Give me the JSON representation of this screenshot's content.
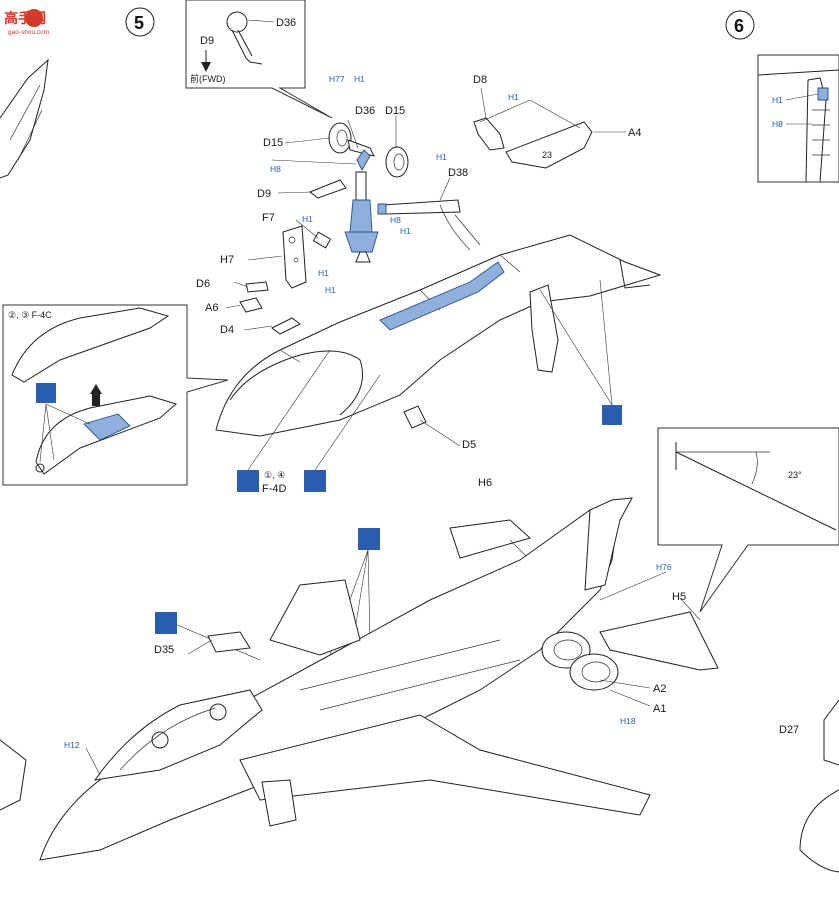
{
  "watermark": {
    "title": "高手网",
    "url": "gao-shou.com"
  },
  "steps": {
    "left": "5",
    "right": "6"
  },
  "labels": {
    "d36_top": "D36",
    "d9_top": "D9",
    "fwd": "前(FWD)",
    "d8": "D8",
    "a4": "A4",
    "d36": "D36",
    "d15_right": "D15",
    "d15_left": "D15",
    "d9": "D9",
    "d38": "D38",
    "f7": "F7",
    "h7": "H7",
    "d6": "D6",
    "a6": "A6",
    "d4": "D4",
    "d5": "D5",
    "f4c": "②, ③ F-4C",
    "f4d_num": "①, ④",
    "f4d": "F-4D",
    "h6": "H6",
    "h5": "H5",
    "a2": "A2",
    "a1": "A1",
    "d35": "D35",
    "d27": "D27",
    "angle": "23°"
  },
  "paint_codes": {
    "h77": "H77",
    "h1": "H1",
    "h8": "H8",
    "h76": "H76",
    "h18": "H18",
    "h12": "H12"
  },
  "colors": {
    "paint_blue": "#8fb0dc",
    "code_blue": "#2a5db0",
    "watermark_red": "#d23a2a"
  }
}
